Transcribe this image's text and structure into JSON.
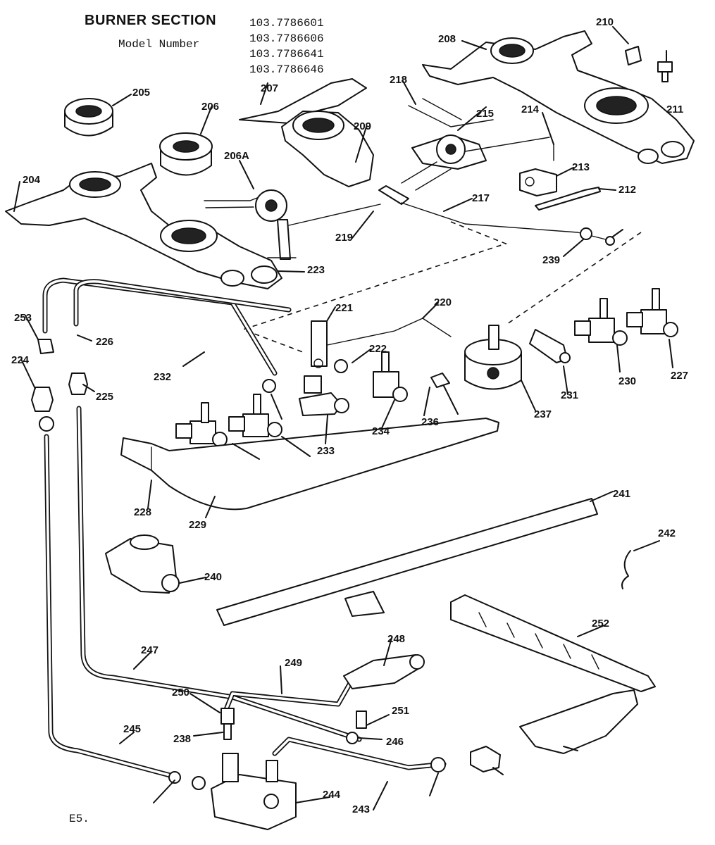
{
  "header": {
    "title": "BURNER SECTION",
    "model_label": "Model Number",
    "model_numbers": [
      "103.7786601",
      "103.7786606",
      "103.7786641",
      "103.7786646"
    ]
  },
  "footer": {
    "page_code": "E5."
  },
  "callouts": [
    "210",
    "208",
    "211",
    "218",
    "215",
    "214",
    "213",
    "212",
    "207",
    "209",
    "205",
    "206",
    "206A",
    "204",
    "217",
    "219",
    "239",
    "223",
    "221",
    "220",
    "222",
    "253",
    "226",
    "225",
    "224",
    "232",
    "233",
    "234",
    "236",
    "237",
    "231",
    "230",
    "227",
    "228",
    "229",
    "240",
    "241",
    "242",
    "252",
    "247",
    "248",
    "249",
    "250",
    "238",
    "251",
    "246",
    "245",
    "244",
    "243"
  ]
}
